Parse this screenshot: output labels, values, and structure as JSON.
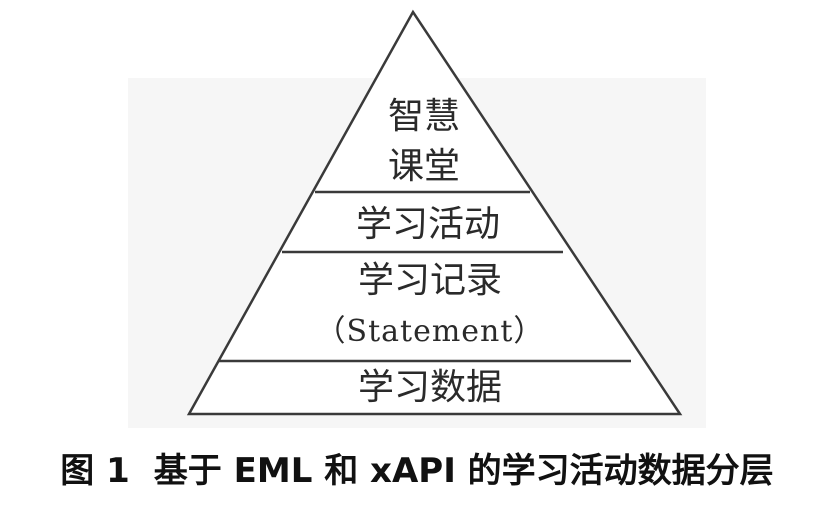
{
  "diagram": {
    "layers": [
      {
        "id": "smart-classroom",
        "lines": [
          "智慧",
          "课堂"
        ]
      },
      {
        "id": "learning-activity",
        "lines": [
          "学习活动"
        ]
      },
      {
        "id": "learning-record",
        "lines": [
          "学习记录",
          "（Statement）"
        ]
      },
      {
        "id": "learning-data",
        "lines": [
          "学习数据"
        ]
      }
    ]
  },
  "caption": {
    "figure_number": "图 1",
    "text": "基于 EML 和 xAPI 的学习活动数据分层"
  },
  "colors": {
    "stroke": "#3a3a3a",
    "background_band": "#f3f3f3",
    "text": "#2a2a2a"
  }
}
